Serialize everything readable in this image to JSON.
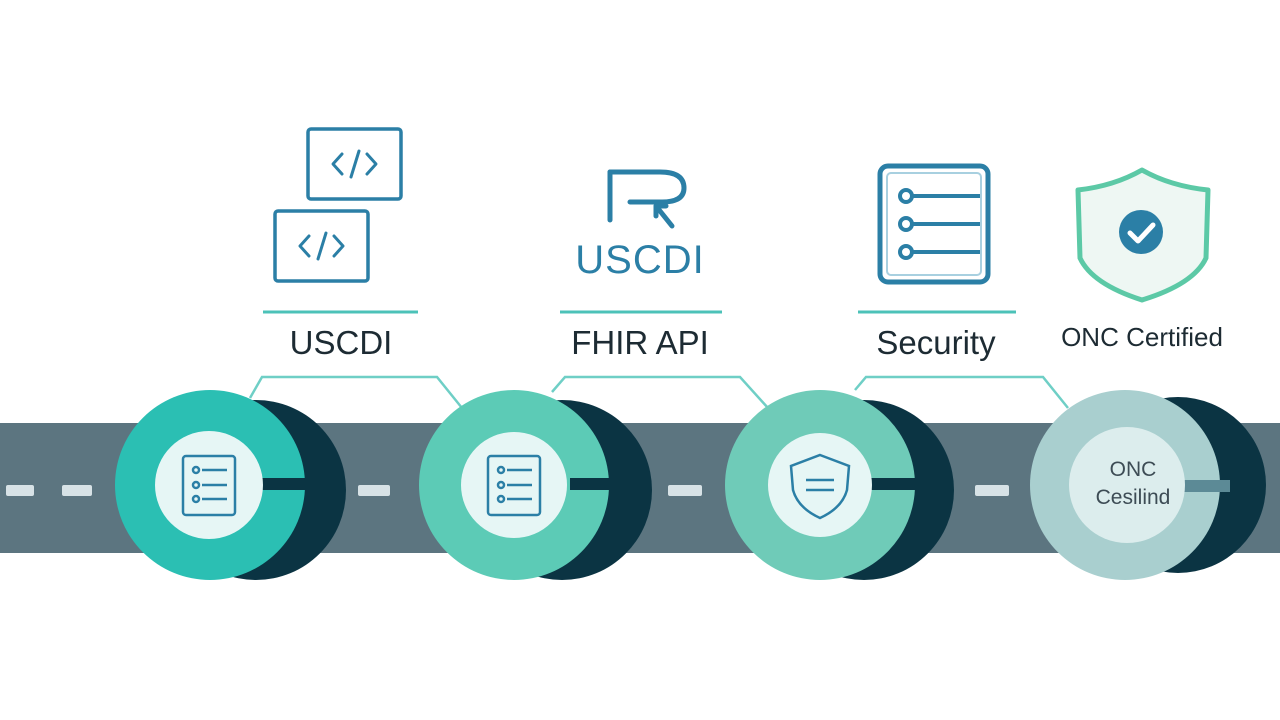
{
  "steps": [
    {
      "label": "USCDI",
      "icon": "code-windows-icon",
      "node_icon": "list-icon"
    },
    {
      "label": "FHIR API",
      "icon": "fhir-logo-icon",
      "icon_caption": "USCDI",
      "node_icon": "list-icon"
    },
    {
      "label": "Security",
      "icon": "checklist-icon",
      "node_icon": "shield-icon"
    },
    {
      "label": "ONC Certified",
      "icon": "shield-check-icon",
      "node_text": [
        "ONC",
        "Cesilind"
      ]
    }
  ],
  "colors": {
    "teal": "#2bbfb3",
    "light_teal": "#5ccbb6",
    "mint": "#6fcbb8",
    "pale": "#a9cfcf",
    "dark_navy": "#0b3443",
    "road": "#5c7580",
    "icon_blue": "#2b7fa6",
    "shield_green": "#5cc9a6"
  }
}
